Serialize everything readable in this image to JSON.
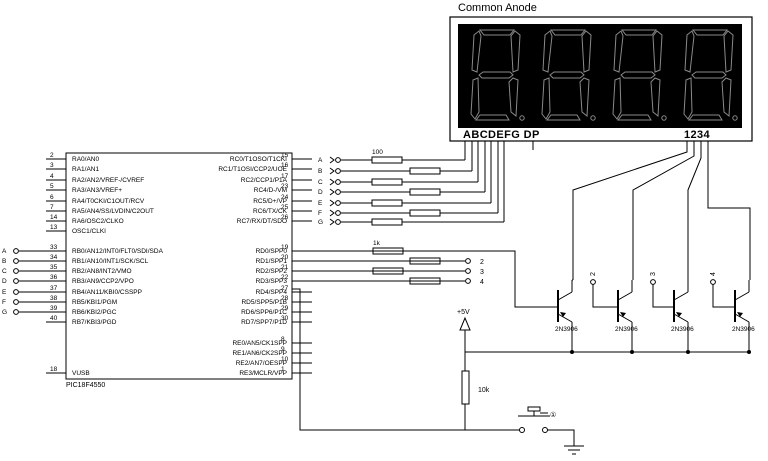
{
  "display": {
    "title": "Common Anode",
    "segment_label": "ABCDEFG  DP",
    "digit_label": "1234",
    "digit_count": 4,
    "lit_segments": "none"
  },
  "mcu": {
    "part": "PIC18F4550",
    "vusb": {
      "num": "18",
      "name": "VUSB"
    },
    "left_pins": [
      {
        "num": "2",
        "name": "RA0/AN0"
      },
      {
        "num": "3",
        "name": "RA1/AN1"
      },
      {
        "num": "4",
        "name": "RA2/AN2/VREF-/CVREF"
      },
      {
        "num": "5",
        "name": "RA3/AN3/VREF+"
      },
      {
        "num": "6",
        "name": "RA4/T0CKI/C1OUT/RCV"
      },
      {
        "num": "7",
        "name": "RA5/AN4/SS/LVDIN/C2OUT"
      },
      {
        "num": "14",
        "name": "RA6/OSC2/CLKO"
      },
      {
        "num": "13",
        "name": "OSC1/CLKI"
      },
      {
        "num": "33",
        "name": "RB0/AN12/INT0/FLT0/SDI/SDA"
      },
      {
        "num": "34",
        "name": "RB1/AN10/INT1/SCK/SCL"
      },
      {
        "num": "35",
        "name": "RB2/AN8/INT2/VMO"
      },
      {
        "num": "36",
        "name": "RB3/AN9/CCP2/VPO"
      },
      {
        "num": "37",
        "name": "RB4/AN11/KBI0/CSSPP"
      },
      {
        "num": "38",
        "name": "RB5/KBI1/PGM"
      },
      {
        "num": "39",
        "name": "RB6/KBI2/PGC"
      },
      {
        "num": "40",
        "name": "RB7/KBI3/PGD"
      }
    ],
    "right_pins": [
      {
        "num": "15",
        "name": "RC0/T1OSO/T1CKI"
      },
      {
        "num": "16",
        "name": "RC1/T1OSI/CCP2/UOE"
      },
      {
        "num": "17",
        "name": "RC2/CCP1/P1A"
      },
      {
        "num": "23",
        "name": "RC4/D-/VM"
      },
      {
        "num": "24",
        "name": "RC5/D+/VP"
      },
      {
        "num": "25",
        "name": "RC6/TX/CK"
      },
      {
        "num": "26",
        "name": "RC7/RX/DT/SDO"
      },
      {
        "num": "19",
        "name": "RD0/SPP0"
      },
      {
        "num": "20",
        "name": "RD1/SPP1"
      },
      {
        "num": "21",
        "name": "RD2/SPP2"
      },
      {
        "num": "22",
        "name": "RD3/SPP3"
      },
      {
        "num": "27",
        "name": "RD4/SPP4"
      },
      {
        "num": "28",
        "name": "RD5/SPP5/P1B"
      },
      {
        "num": "29",
        "name": "RD6/SPP6/P1C"
      },
      {
        "num": "30",
        "name": "RD7/SPP7/P1D"
      },
      {
        "num": "8",
        "name": "RE0/AN5/CK1SPP"
      },
      {
        "num": "9",
        "name": "RE1/AN6/CK2SPP"
      },
      {
        "num": "10",
        "name": "RE2/AN7/OESPP"
      },
      {
        "num": "1",
        "name": "RE3/MCLR/VPP"
      }
    ]
  },
  "rb_terminals": [
    "A",
    "B",
    "C",
    "D",
    "E",
    "F",
    "G"
  ],
  "seg_terminals": [
    "A",
    "B",
    "C",
    "D",
    "E",
    "F",
    "G"
  ],
  "seg_resistor_value": "100",
  "digit_resistor_value": "1k",
  "digit_terminals": [
    "2",
    "3",
    "4"
  ],
  "transistor_part": "2N3906",
  "transistor_tags": [
    "2",
    "3",
    "4"
  ],
  "supply_label": "+5V",
  "pullup_value": "10k",
  "switch_mark": "①"
}
